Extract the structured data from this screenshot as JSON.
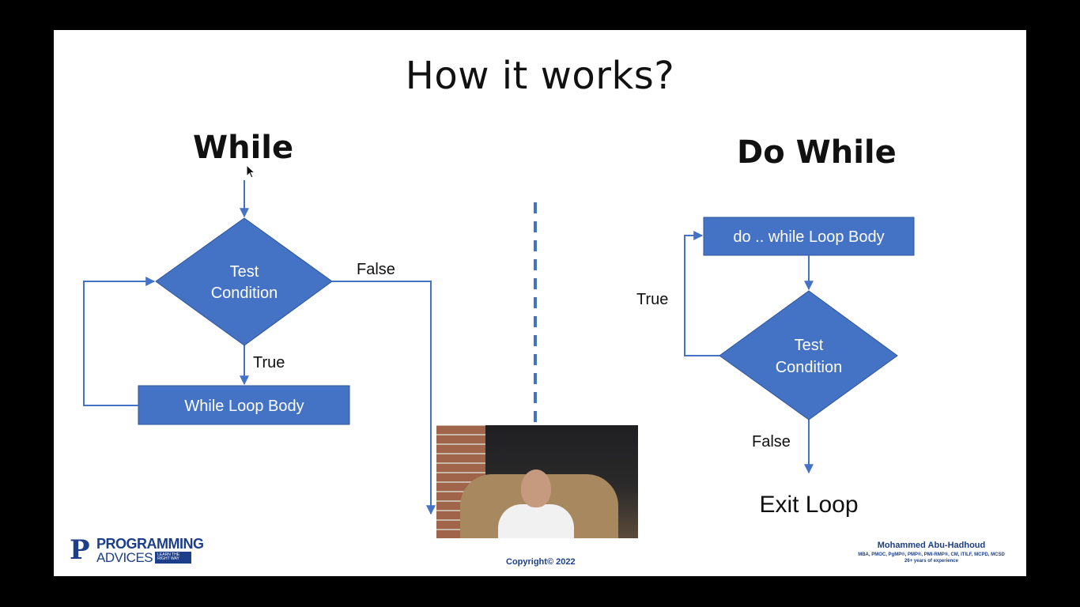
{
  "slide": {
    "title": "How it works?"
  },
  "while_section": {
    "heading": "While",
    "decision": [
      "Test",
      "Condition"
    ],
    "body": "While Loop Body",
    "true_label": "True",
    "false_label": "False"
  },
  "do_while_section": {
    "heading": "Do While",
    "body": "do .. while Loop Body",
    "decision": [
      "Test",
      "Condition"
    ],
    "true_label": "True",
    "false_label": "False",
    "exit": "Exit Loop"
  },
  "footer": {
    "logo_top": "PROGRAMMING",
    "logo_bottom": "ADVICES",
    "logo_tagline": "LEARN THE RIGHT WAY",
    "copyright": "Copyright© 2022",
    "author_name": "Mohammed Abu-Hadhoud",
    "author_credentials": "MBA, PMOC, PgMP®, PMP®, PMI-RMP®, CM, ITILF, MCPD, MCSD",
    "author_experience": "26+ years of experience"
  },
  "colors": {
    "shape_fill": "#4472c4",
    "shape_stroke": "#2f5597",
    "edge": "#4472c4",
    "brand": "#1d3f8a"
  }
}
